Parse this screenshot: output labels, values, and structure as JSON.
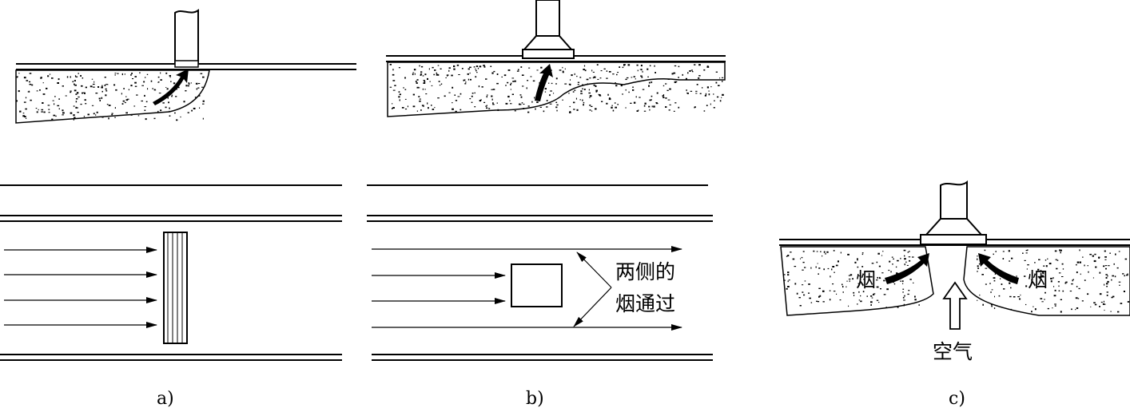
{
  "panels": {
    "a": {
      "caption": "a)"
    },
    "b": {
      "caption": "b)",
      "annotation_line1": "两侧的",
      "annotation_line2": "烟通过"
    },
    "c": {
      "caption": "c)",
      "smoke_left": "烟",
      "smoke_right": "烟",
      "air": "空气"
    }
  },
  "colors": {
    "ink": "#000000",
    "background": "#ffffff"
  }
}
